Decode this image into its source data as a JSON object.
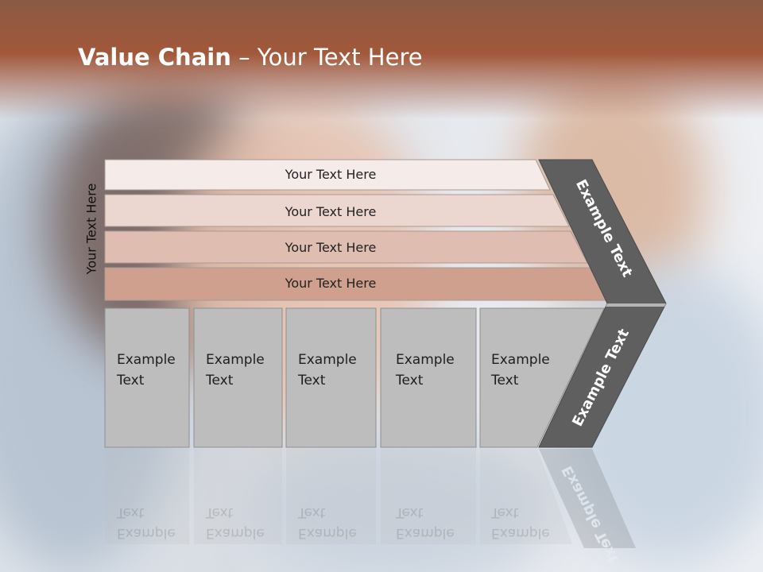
{
  "title": {
    "bold": "Value Chain",
    "rest": " – Your Text Here"
  },
  "vertical_label": "Your Text Here",
  "bars": [
    {
      "label": "Your Text Here",
      "color": "#f5ecea"
    },
    {
      "label": "Your Text Here",
      "color": "#ecd7d0"
    },
    {
      "label": "Your Text Here",
      "color": "#e0bdb1"
    },
    {
      "label": "Your Text Here",
      "color": "#cfa08d"
    }
  ],
  "boxes": [
    {
      "label": "Example\nText"
    },
    {
      "label": "Example\nText"
    },
    {
      "label": "Example\nText"
    },
    {
      "label": "Example\nText"
    },
    {
      "label": "Example\nText"
    }
  ],
  "chevron": {
    "top_label": "Example Text",
    "bottom_label": "Example Text",
    "color": "#5f5f5f"
  },
  "box_color": "#bdbdbd"
}
